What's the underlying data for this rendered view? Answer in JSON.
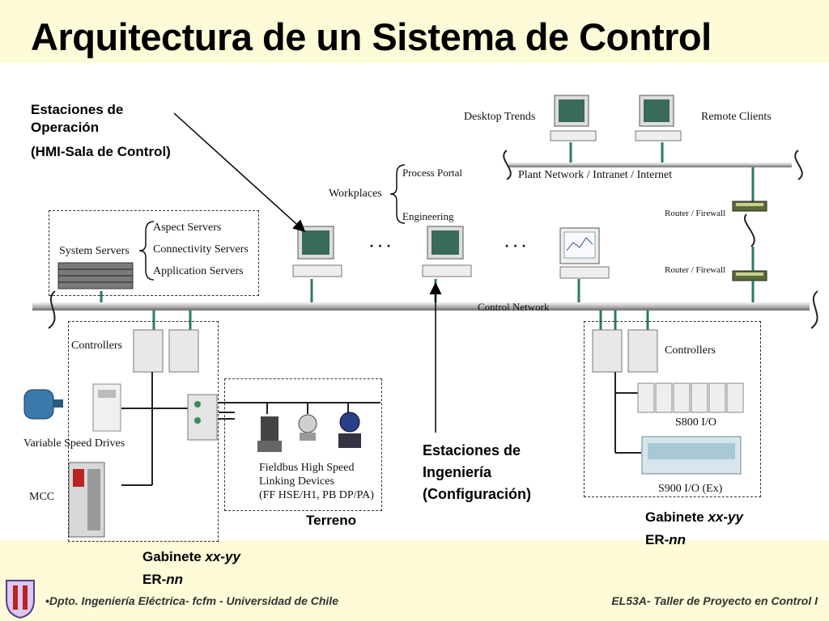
{
  "slide": {
    "title": "Arquitectura de un Sistema de Control"
  },
  "callouts": {
    "operation_line1": "Estaciones de",
    "operation_line2": "Operación",
    "operation_line3": "(HMI-Sala de Control)",
    "engineering_line1": "Estaciones de",
    "engineering_line2": "Ingeniería",
    "engineering_line3": "(Configuración)",
    "field": "Terreno",
    "cabinet_left_prefix": "Gabinete ",
    "cabinet_left_italic": "xx-yy",
    "cabinet_left_er": "ER-",
    "cabinet_left_er_italic": "nn",
    "cabinet_right_prefix": "Gabinete ",
    "cabinet_right_italic": "xx-yy",
    "cabinet_right_er": "ER-",
    "cabinet_right_er_italic": "nn"
  },
  "diagram": {
    "desktop_trends": "Desktop Trends",
    "remote_clients": "Remote Clients",
    "plant_network": "Plant Network / Intranet / Internet",
    "workplaces": "Workplaces",
    "process_portal": "Process Portal",
    "engineering": "Engineering",
    "router_firewall_1": "Router / Firewall",
    "router_firewall_2": "Router / Firewall",
    "system_servers": "System Servers",
    "aspect_servers": "Aspect Servers",
    "connectivity_servers": "Connectivity Servers",
    "application_servers": "Application Servers",
    "ellipsis_1": "· · ·",
    "ellipsis_2": "· · ·",
    "control_network": "Control Network",
    "controllers_left": "Controllers",
    "controllers_right": "Controllers",
    "vsd": "Variable Speed Drives",
    "mcc": "MCC",
    "fieldbus_1": "Fieldbus High Speed",
    "fieldbus_2": "Linking Devices",
    "fieldbus_3": "(FF HSE/H1, PB DP/PA)",
    "s800": "S800 I/O",
    "s900": "S900 I/O (Ex)"
  },
  "footer": {
    "left": "•Dpto.  Ingeniería Eléctrica- fcfm - Universidad de Chile",
    "right": "EL53A- Taller de Proyecto en Control I"
  },
  "colors": {
    "background": "#fdfbd8",
    "network_line": "#5a5a5a",
    "connector": "#2a7a6a"
  }
}
